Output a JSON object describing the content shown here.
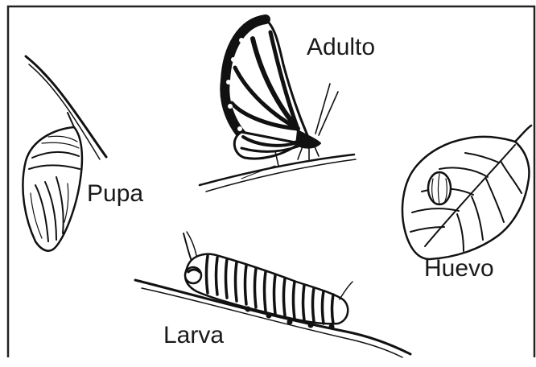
{
  "diagram": {
    "stages": {
      "adult": "Adulto",
      "pupa": "Pupa",
      "egg": "Huevo",
      "larva": "Larva"
    }
  },
  "colors": {
    "ink": "#111111",
    "paper": "#ffffff",
    "frame": "#222222"
  },
  "icons": [
    "butterfly-icon",
    "chrysalis-icon",
    "egg-on-leaf-icon",
    "caterpillar-icon"
  ]
}
